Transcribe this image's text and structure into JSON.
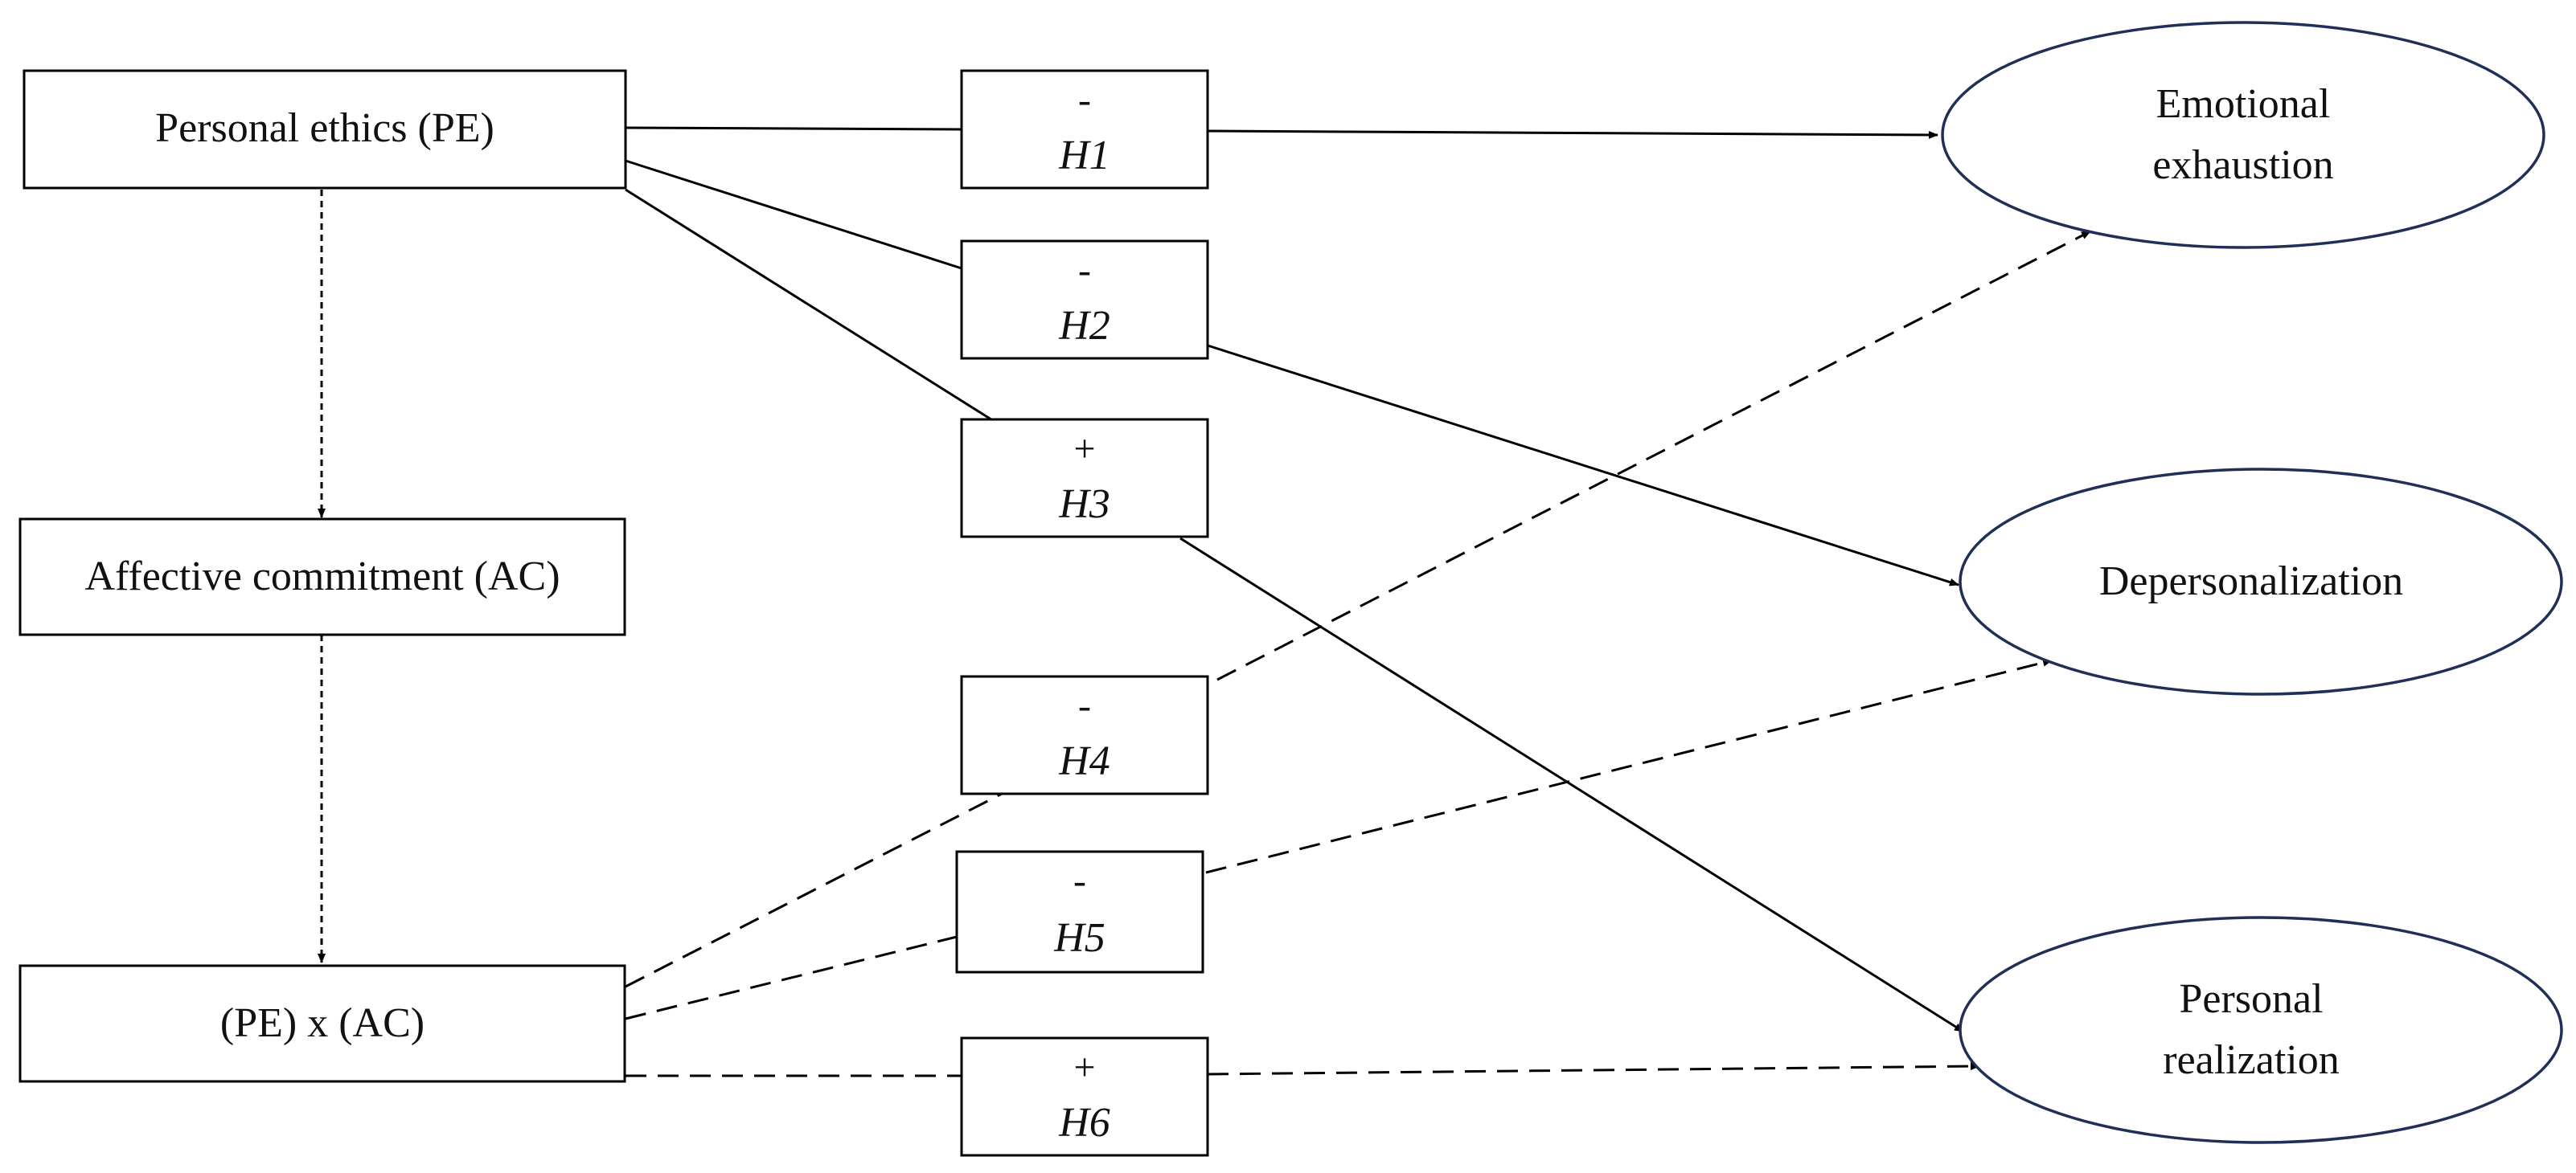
{
  "variables": {
    "pe": "Personal ethics (PE)",
    "ac": "Affective commitment (AC)",
    "interaction": "(PE) x (AC)"
  },
  "outcomes": {
    "emotional_line1": "Emotional",
    "emotional_line2": "exhaustion",
    "depersonalization": "Depersonalization",
    "personal_line1": "Personal",
    "personal_line2": "realization"
  },
  "hypotheses": [
    {
      "sign": "-",
      "label": "H1"
    },
    {
      "sign": "-",
      "label": "H2"
    },
    {
      "sign": "+",
      "label": "H3"
    },
    {
      "sign": "-",
      "label": "H4"
    },
    {
      "sign": "-",
      "label": "H5"
    },
    {
      "sign": "+",
      "label": "H6"
    }
  ],
  "colors": {
    "ellipse_stroke": "#1f2f55",
    "box_stroke": "#000000",
    "background": "#ffffff"
  }
}
